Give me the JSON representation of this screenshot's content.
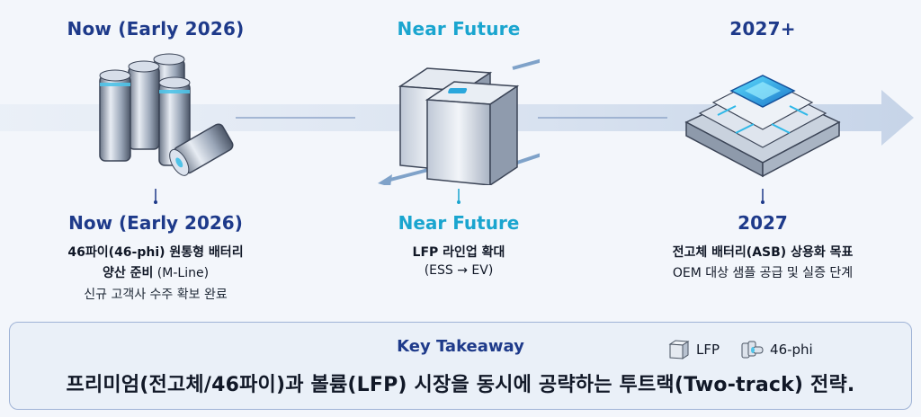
{
  "stages": [
    {
      "header": "Now (Early 2026)",
      "title": "Now (Early 2026)",
      "line1": "46파이(46-phi) 원통형 배터리",
      "line2_bold": "양산 준비",
      "line2_rest": " (M-Line)",
      "line3": "신규 고객사 수주 확보 완료",
      "icon": "cylindrical-cells-icon"
    },
    {
      "header": "Near Future",
      "title": "Near Future",
      "line1": "LFP 라인업 확대",
      "line2": "(ESS → EV)",
      "icon": "lfp-pouch-cells-icon"
    },
    {
      "header": "2027+",
      "title": "2027",
      "line1": "전고체 배터리(ASB) 상용화 목표",
      "line2": "OEM 대상 샘플 공급 및 실증 단계",
      "icon": "solid-state-battery-chip-icon"
    }
  ],
  "takeaway": {
    "title": "Key Takeaway",
    "text": "프리미엄(전고체/46파이)과 볼륨(LFP) 시장을 동시에 공략하는 투트랙(Two-track) 전략.",
    "legend": [
      {
        "label": "LFP",
        "icon": "lfp-cell-icon"
      },
      {
        "label": "46-phi",
        "icon": "cylinder-cells-icon"
      }
    ]
  },
  "colors": {
    "navy": "#1e3a8a",
    "cyan": "#1aa5cf",
    "arrow": "#cfdbea"
  }
}
